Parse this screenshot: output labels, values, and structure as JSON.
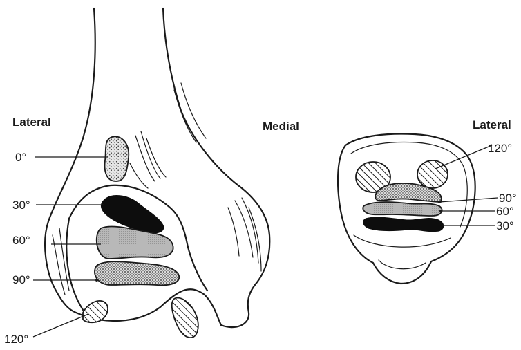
{
  "figure": {
    "left_view": {
      "lateral_label": "Lateral",
      "medial_label": "Medial",
      "angles": [
        "0°",
        "30°",
        "60°",
        "90°",
        "120°"
      ]
    },
    "right_view": {
      "lateral_label": "Lateral",
      "angles": [
        "120°",
        "90°",
        "60°",
        "30°"
      ]
    },
    "region_fills": {
      "0": "stippled-light",
      "30": "solid-black",
      "60": "fine-gray",
      "90": "stippled-dense",
      "120": "diagonal-hatch"
    }
  }
}
